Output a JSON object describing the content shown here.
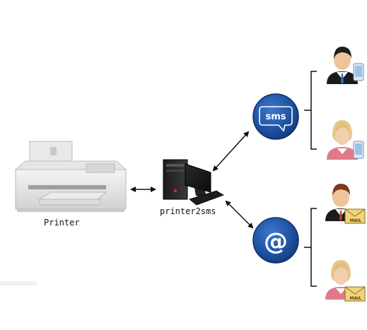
{
  "labels": {
    "printer": "Printer",
    "computer": "printer2sms"
  },
  "bubbles": {
    "sms": "sms",
    "email": "@"
  },
  "badges": {
    "mail": "MAIL"
  },
  "icons": {
    "printer": "printer-icon",
    "computer": "desktop-computer-icon",
    "sms": "sms-bubble-icon",
    "email": "email-at-icon",
    "recipients": [
      "male-user-phone-icon",
      "female-user-phone-icon",
      "male-user-mail-icon",
      "female-user-mail-icon"
    ]
  },
  "colors": {
    "bubble": "#1c4e9c",
    "arrow": "#111111",
    "male_shirt": "#2f6db0",
    "female_shirt": "#e07a8a",
    "mail_badge": "#f2d27a"
  }
}
